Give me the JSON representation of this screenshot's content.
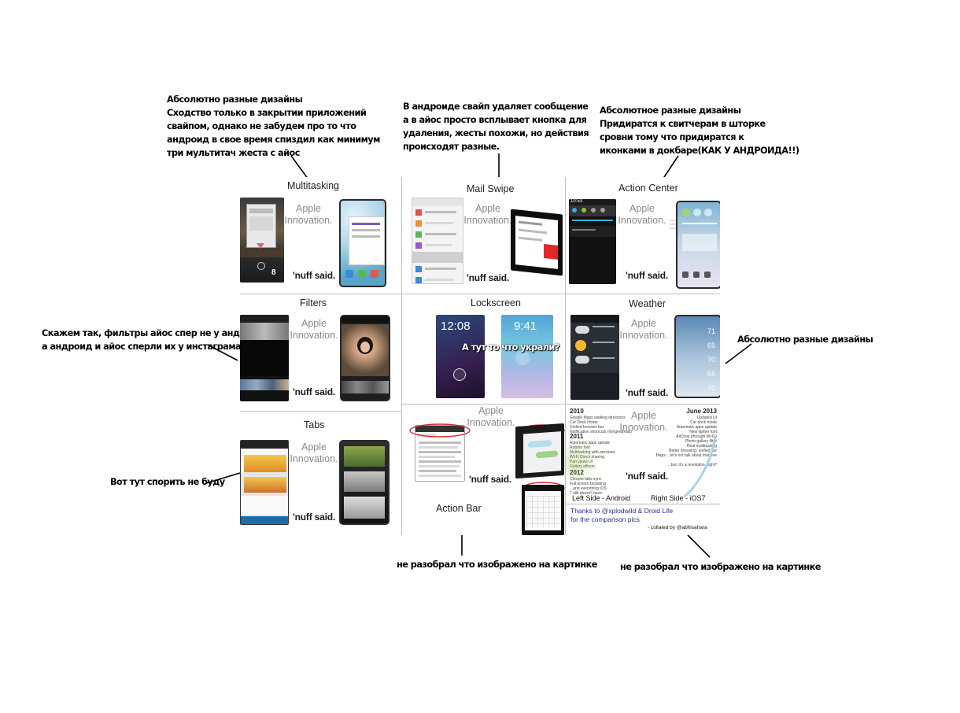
{
  "notes": {
    "multitasking": [
      "Абсолютно разные дизайны",
      "Сходство только в закрытии приложений",
      "свайпом, однако не забудем про то что",
      "андроид в свое время спиздил как минимум",
      "три мультитач жеста с айос"
    ],
    "mail_swipe": [
      "В андроиде свайп удаляет сообщение",
      "а в айос просто всплывает кнопка для",
      "удаления, жесты похожи, но действия",
      "происходят разные."
    ],
    "action_center": [
      "Абсолютное разные дизайны",
      "Придиратся к свитчерам в шторке",
      "сровни тому что придиратся к",
      "иконками в докбаре(КАК У АНДРОИДА!!)"
    ],
    "filters": [
      "Скажем так, фильтры айос спер не у андроида,",
      "а андроид и айос сперли их у инстаграма"
    ],
    "weather": "Абсолютно разные дизайны",
    "tabs": "Вот тут спорить не буду",
    "lockscreen_overlay": "А тут то что украли?",
    "action_bar": "не разобрал что изображено на картинке",
    "timeline": "не разобрал что изображено на картинке"
  },
  "apple_text": "Apple Innovation.",
  "nuff_text": "'nuff said.",
  "cells": {
    "multitasking": "Multitasking",
    "mail_swipe": "Mail Swipe",
    "action_center": "Action Center",
    "filters": "Filters",
    "lockscreen": "Lockscreen",
    "weather": "Weather",
    "tabs": "Tabs",
    "action_bar": "Action Bar"
  },
  "lockscreen": {
    "android_time": "12:08",
    "ios_time": "9:41"
  },
  "action_center_time": "10:53",
  "weather_temps": [
    "71",
    "65",
    "70",
    "55",
    "70"
  ],
  "multitask_time": "8",
  "timeline": {
    "year_2010": "2010",
    "year_2011": "2011",
    "year_2012": "2012",
    "june_2013": "June 2013",
    "items_2010": [
      "Google Maps walking directions",
      "Car Dock Home",
      "Unified browser bar",
      "Notification shortcuts (Gingerbread)"
    ],
    "items_2011": [
      "Automatic apps update",
      "Roboto font",
      "Multitasking with previews",
      "Wi-Fi Direct sharing",
      "Pan views UI",
      "Gallery effects"
    ],
    "items_2012": [
      "Chrome tabs sync",
      "Full screen browsing",
      "...and everything iOS",
      "7 still doesn't have"
    ],
    "items_2013": [
      "Updated UI",
      "Car dock mode",
      "Automatic apps update",
      "New lighter font",
      "AirDrop (through Wi-Fi)",
      "Photo gallery filter",
      "Real multitasking",
      "Better browsing, unified bar",
      "Maps... let's not talk about that one"
    ],
    "revolution": "... but, it's a revolution, right?",
    "left_side": "Left Side - Android",
    "right_side": "Right Side - iOS7",
    "thanks_1": "Thanks to @xplodwild & Droid Life",
    "thanks_2": "for the comparison pics",
    "collated": "- collated by @abhisahara"
  },
  "colors": {
    "grid_line": "#bfbfbf",
    "apple_text": "#8a8a8a",
    "highlight_circle": "#d32f2f",
    "thanks_text": "#2030a0"
  }
}
